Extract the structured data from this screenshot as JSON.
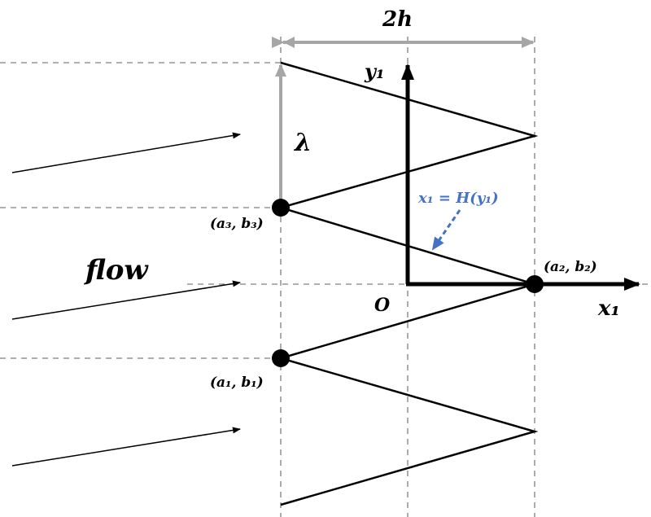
{
  "labels": {
    "width": "2h",
    "wavelength": "λ",
    "y_axis": "y₁",
    "x_axis": "x₁",
    "origin": "O",
    "flow": "flow",
    "point1": "(a₁, b₁)",
    "point2": "(a₂, b₂)",
    "point3": "(a₃, b₃)",
    "profile": "x₁ = H(y₁)"
  },
  "colors": {
    "line": "#000000",
    "dimension": "#a6a6a6",
    "guide": "#7f7f7f",
    "annotation": "#4472c4"
  }
}
